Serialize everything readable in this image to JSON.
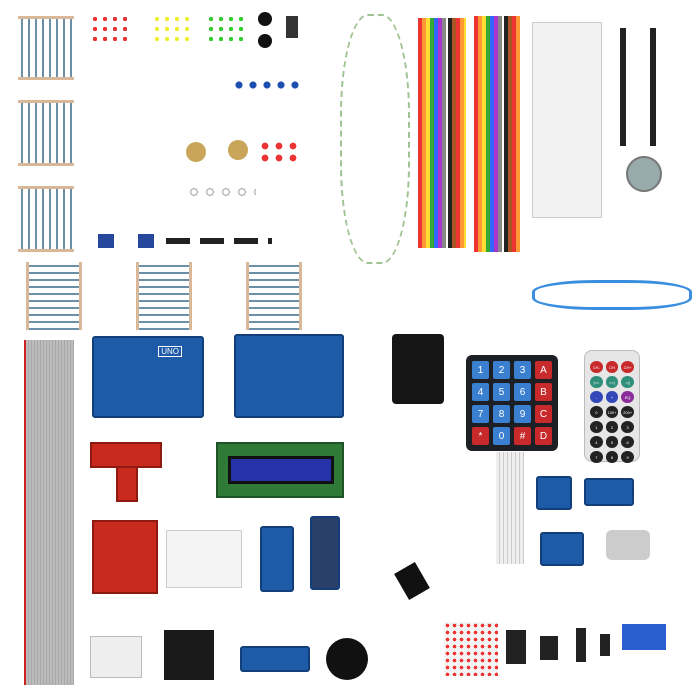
{
  "arduino": {
    "label": "UNO"
  },
  "keypad": {
    "keys": [
      {
        "label": "1",
        "color": "#3a7fd0"
      },
      {
        "label": "2",
        "color": "#3a7fd0"
      },
      {
        "label": "3",
        "color": "#3a7fd0"
      },
      {
        "label": "A",
        "color": "#c8292b"
      },
      {
        "label": "4",
        "color": "#3a7fd0"
      },
      {
        "label": "5",
        "color": "#3a7fd0"
      },
      {
        "label": "6",
        "color": "#3a7fd0"
      },
      {
        "label": "B",
        "color": "#c8292b"
      },
      {
        "label": "7",
        "color": "#3a7fd0"
      },
      {
        "label": "8",
        "color": "#3a7fd0"
      },
      {
        "label": "9",
        "color": "#3a7fd0"
      },
      {
        "label": "C",
        "color": "#c8292b"
      },
      {
        "label": "*",
        "color": "#c8292b"
      },
      {
        "label": "0",
        "color": "#3a7fd0"
      },
      {
        "label": "#",
        "color": "#c8292b"
      },
      {
        "label": "D",
        "color": "#c8292b"
      }
    ]
  },
  "remote": {
    "buttons": [
      {
        "label": "CH-",
        "color": "#c8292b"
      },
      {
        "label": "CH",
        "color": "#c8292b"
      },
      {
        "label": "CH+",
        "color": "#c8292b"
      },
      {
        "label": "|<<",
        "color": "#2f8f7a"
      },
      {
        "label": ">>|",
        "color": "#2f8f7a"
      },
      {
        "label": ">||",
        "color": "#2f8f7a"
      },
      {
        "label": "-",
        "color": "#3348b8"
      },
      {
        "label": "+",
        "color": "#3348b8"
      },
      {
        "label": "EQ",
        "color": "#8a2d9a"
      },
      {
        "label": "0",
        "color": "#222"
      },
      {
        "label": "100+",
        "color": "#222"
      },
      {
        "label": "200+",
        "color": "#222"
      },
      {
        "label": "1",
        "color": "#222"
      },
      {
        "label": "2",
        "color": "#222"
      },
      {
        "label": "3",
        "color": "#222"
      },
      {
        "label": "4",
        "color": "#222"
      },
      {
        "label": "5",
        "color": "#222"
      },
      {
        "label": "6",
        "color": "#222"
      },
      {
        "label": "7",
        "color": "#222"
      },
      {
        "label": "8",
        "color": "#222"
      },
      {
        "label": "9",
        "color": "#222"
      }
    ]
  }
}
